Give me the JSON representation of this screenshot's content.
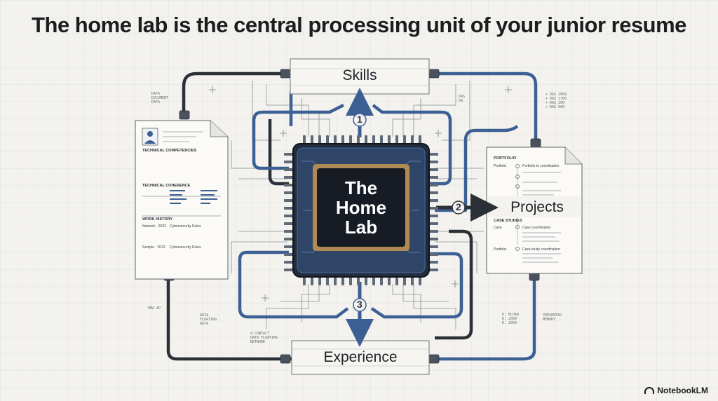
{
  "title": "The home lab is the central processing unit of your junior resume",
  "nodes": {
    "center": "The\nHome\nLab",
    "skills": "Skills",
    "projects": "Projects",
    "experience": "Experience"
  },
  "steps": [
    "1",
    "2",
    "3"
  ],
  "resume_doc": {
    "section_competencies": "TECHNICAL COMPETENCIES",
    "section_coherence": "TECHNICAL COHERENCE",
    "section_work": "WORK HISTORY",
    "entry_a": "Network · 2023",
    "entry_a_role": "Cybersecurity Rules",
    "entry_b": "Sample · 2023",
    "entry_b_role": "Cybersecurity Rules"
  },
  "portfolio_doc": {
    "section_portfolio": "PORTFOLIO",
    "item_1": "Portfolio",
    "item_1_desc": "Portfolio to coordination",
    "section_case": "CASE STUDIES",
    "item_2": "Case",
    "item_2_desc": "Case coordination",
    "item_3": "Portfolio",
    "item_3_desc": "Case study coordination"
  },
  "annotations": {
    "a1": "DATA\nDOCUMENT\nDATA",
    "a2": "+ DAS 2069\n+ DAS 1700\n+ DAS 200\n+ DAS 000",
    "a3": "DMA AP",
    "a4": "DATA\nFLOATING\nDATA",
    "a5": "4 CONTACT\nDATA FLOATING\nNETWORK",
    "a6": "D: BLOAD\nD: 2009\nD: 2009",
    "a7": "PRESENTER\nMEMORY",
    "a8": "DAS\nDA"
  },
  "brand": "NotebookLM",
  "colors": {
    "wire_blue": "#3c5f94",
    "wire_dark": "#2b2f36",
    "chip": "#1d2433",
    "accent": "#b08a55"
  }
}
